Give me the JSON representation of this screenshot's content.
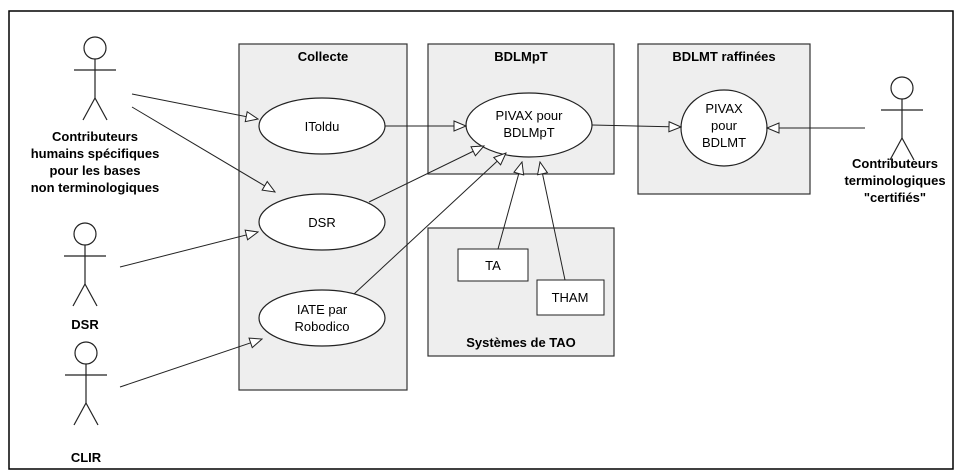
{
  "packages": {
    "collecte": "Collecte",
    "bdlmpt": "BDLMpT",
    "bdlmt": "BDLMT raffinées",
    "tao": "Systèmes de TAO"
  },
  "usecases": {
    "itoldu": "IToldu",
    "dsr": "DSR",
    "iate": [
      "IATE par",
      "Robodico"
    ],
    "pivax_bdlmpt": [
      "PIVAX pour",
      "BDLMpT"
    ],
    "pivax_bdlmt": [
      "PIVAX",
      "pour",
      "BDLMT"
    ]
  },
  "systems": {
    "ta": "TA",
    "tham": "THAM"
  },
  "actors": {
    "contributeurs": [
      "Contributeurs",
      "humains spécifiques",
      "pour les bases",
      "non terminologiques"
    ],
    "dsr": "DSR",
    "clir": "CLIR",
    "certifies": [
      "Contributeurs",
      "terminologiques",
      "\"certifiés\""
    ]
  }
}
